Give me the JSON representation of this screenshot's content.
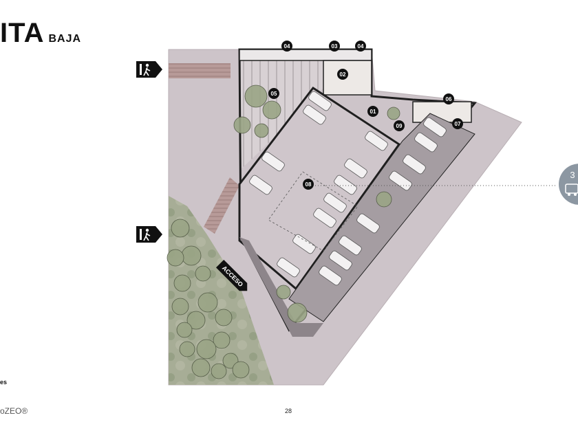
{
  "header": {
    "title_main": "ITA",
    "title_sub": "BAJA"
  },
  "plan": {
    "labels": [
      "01",
      "02",
      "03",
      "04",
      "04",
      "05",
      "06",
      "07",
      "08",
      "09"
    ],
    "access_label": "ACCESO",
    "side_marker_number": "3"
  },
  "footer": {
    "note": "es",
    "brand": "oZEO®",
    "page_number": "28"
  },
  "icons": [
    "pedestrian-entry-icon",
    "van-icon"
  ],
  "colors": {
    "ground": "#cbc2c7",
    "plan_outline": "#222222",
    "marker": "#111111",
    "vegetation": "#9aa586",
    "side_marker": "#8c97a2"
  }
}
